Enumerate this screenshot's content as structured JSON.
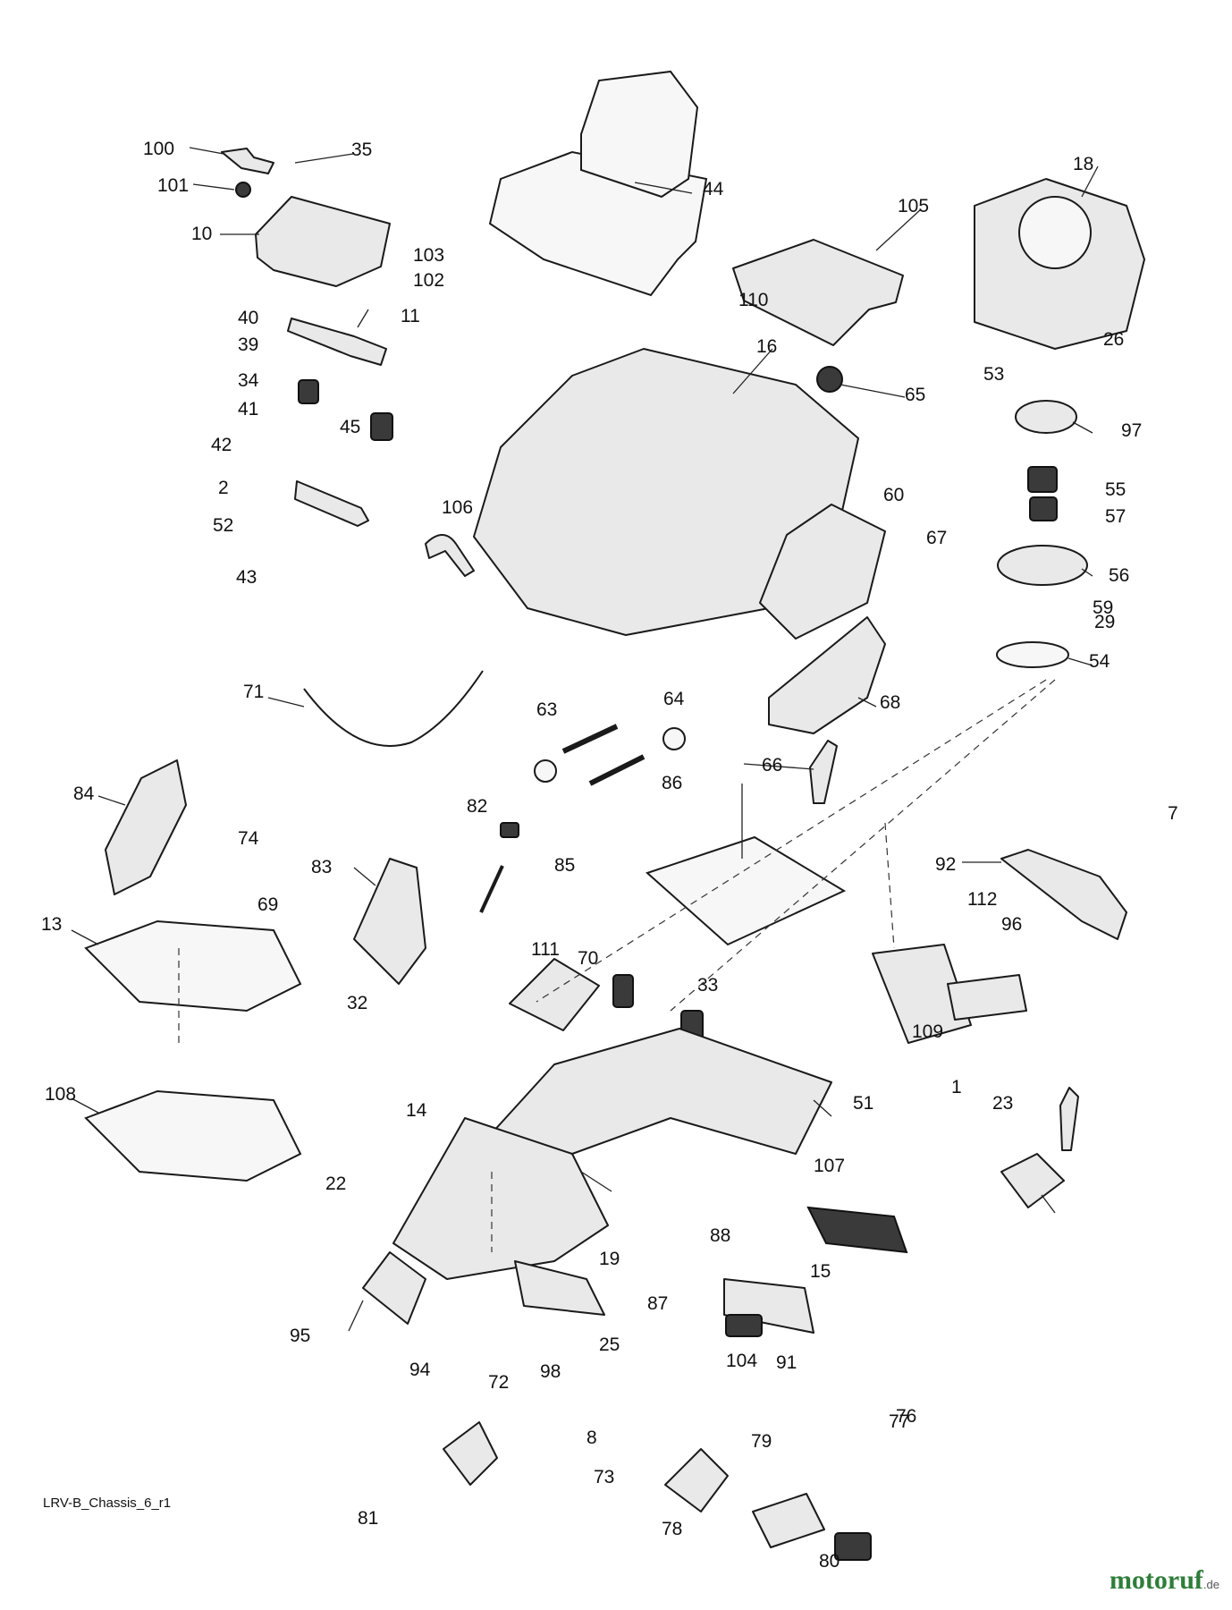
{
  "figure_code": "LRV-B_Chassis_6_r1",
  "watermark": {
    "brand": "motoruf",
    "suffix": ".de",
    "color": "#2f7d3a"
  },
  "callouts": [
    "100",
    "35",
    "101",
    "10",
    "103",
    "102",
    "40",
    "11",
    "39",
    "34",
    "41",
    "42",
    "45",
    "2",
    "106",
    "52",
    "43",
    "44",
    "105",
    "110",
    "16",
    "65",
    "18",
    "26",
    "53",
    "97",
    "55",
    "57",
    "56",
    "60",
    "67",
    "59",
    "29",
    "54",
    "71",
    "63",
    "64",
    "68",
    "66",
    "84",
    "74",
    "69",
    "13",
    "82",
    "85",
    "83",
    "86",
    "7",
    "92",
    "96",
    "112",
    "111",
    "70",
    "33",
    "32",
    "109",
    "108",
    "14",
    "51",
    "1",
    "23",
    "22",
    "107",
    "88",
    "19",
    "15",
    "104",
    "91",
    "95",
    "98",
    "25",
    "87",
    "94",
    "72",
    "8",
    "81",
    "73",
    "78",
    "79",
    "77",
    "76",
    "80"
  ]
}
